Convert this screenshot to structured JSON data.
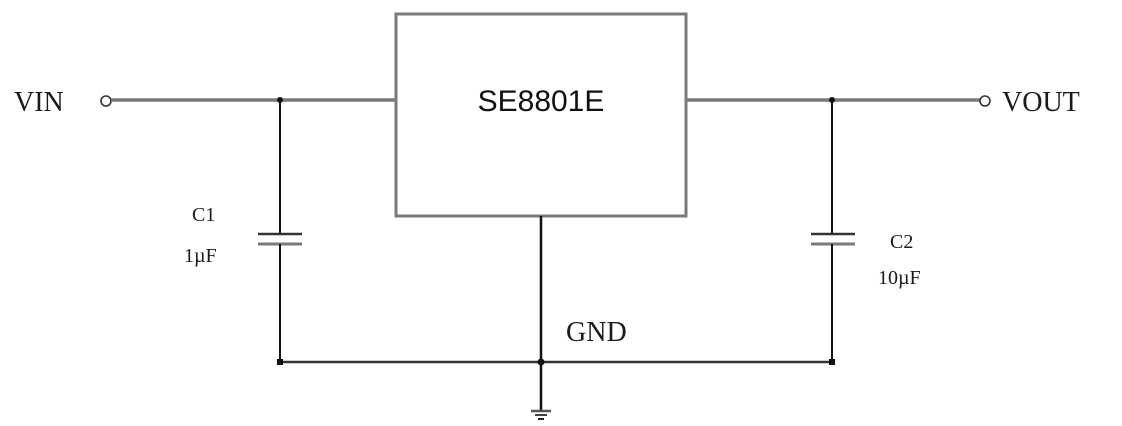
{
  "diagram": {
    "type": "circuit-schematic",
    "ic": {
      "label": "SE8801E"
    },
    "terminals": {
      "input": {
        "label": "VIN"
      },
      "output": {
        "label": "VOUT"
      }
    },
    "ground": {
      "label": "GND"
    },
    "capacitors": [
      {
        "ref": "C1",
        "value": "1µF",
        "position": "input"
      },
      {
        "ref": "C2",
        "value": "10µF",
        "position": "output"
      }
    ],
    "colors": {
      "wire_gray": "#7a7a7a",
      "wire_dark": "#111111",
      "text": "#1a1a1a",
      "background": "#ffffff"
    }
  }
}
